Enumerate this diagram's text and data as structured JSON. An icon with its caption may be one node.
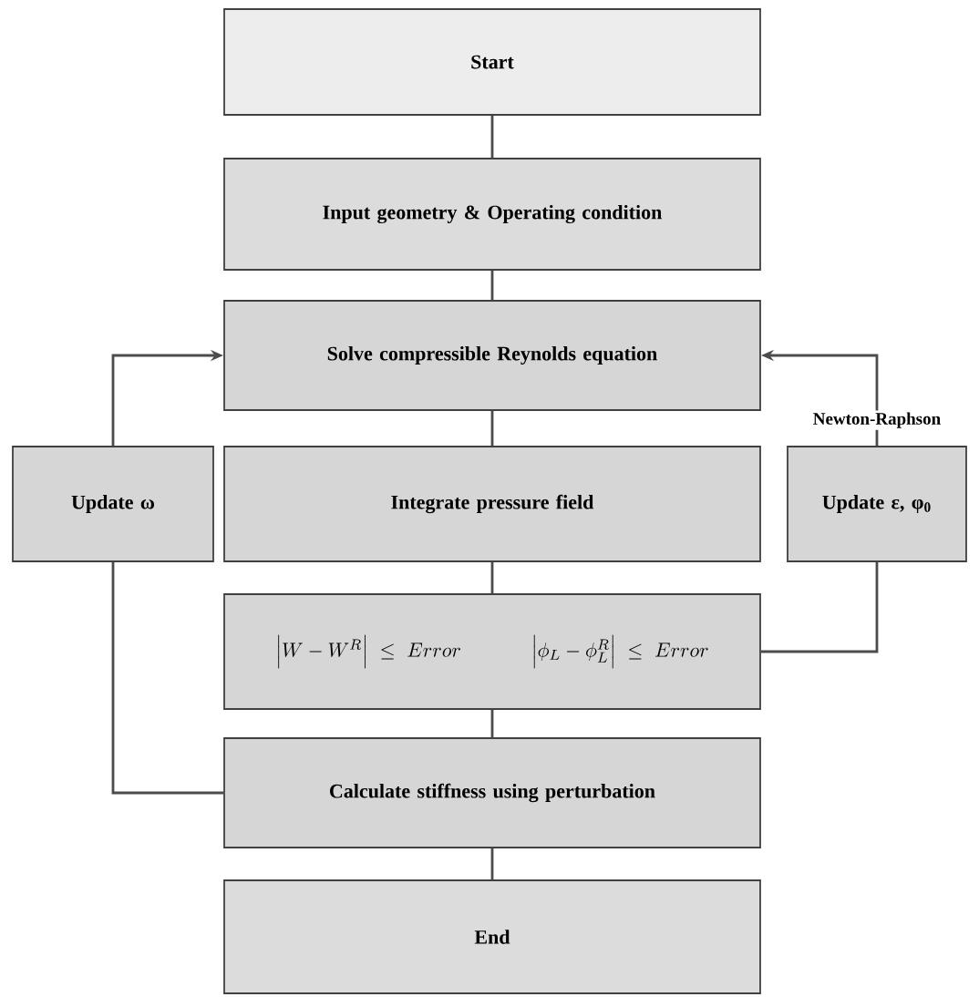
{
  "diagram": {
    "nodes": [
      {
        "text": [
          "Start"
        ]
      },
      {
        "text": [
          "Input geometry & Operating condition"
        ]
      },
      {
        "text": [
          "Solve compressible Reynolds equation"
        ]
      },
      {
        "text": [
          "Integrate pressure field"
        ]
      },
      {
        "text": [
          "\\left|W-W^{R}\\right|\\le Error",
          "\\left|\\phi_{L}-\\phi_{L}^{R}\\right|\\le Error"
        ]
      },
      {
        "text": [
          "Calculate stiffness using perturbation"
        ]
      },
      {
        "text": [
          "End"
        ]
      },
      {
        "text": [
          "Update ω"
        ]
      },
      {
        "text": [
          "Update ε, φ$_{0}$"
        ]
      }
    ],
    "edges": [
      {
        "from": 0,
        "to": 1,
        "arrow": "none"
      },
      {
        "from": 1,
        "to": 2,
        "arrow": "none"
      },
      {
        "from": 2,
        "to": 3,
        "arrow": "none"
      },
      {
        "from": 3,
        "to": 4,
        "arrow": "none"
      },
      {
        "from": 4,
        "to": 5,
        "arrow": "none"
      },
      {
        "from": 5,
        "to": 6,
        "arrow": "none"
      },
      {
        "from": 5,
        "to": 7,
        "arrow": "none"
      },
      {
        "from": 7,
        "to": 2,
        "arrow": "to"
      },
      {
        "from": 4,
        "to": 8,
        "arrow": "none"
      },
      {
        "from": 8,
        "to": 2,
        "arrow": "to",
        "label": "Newton-Raphson"
      }
    ]
  }
}
